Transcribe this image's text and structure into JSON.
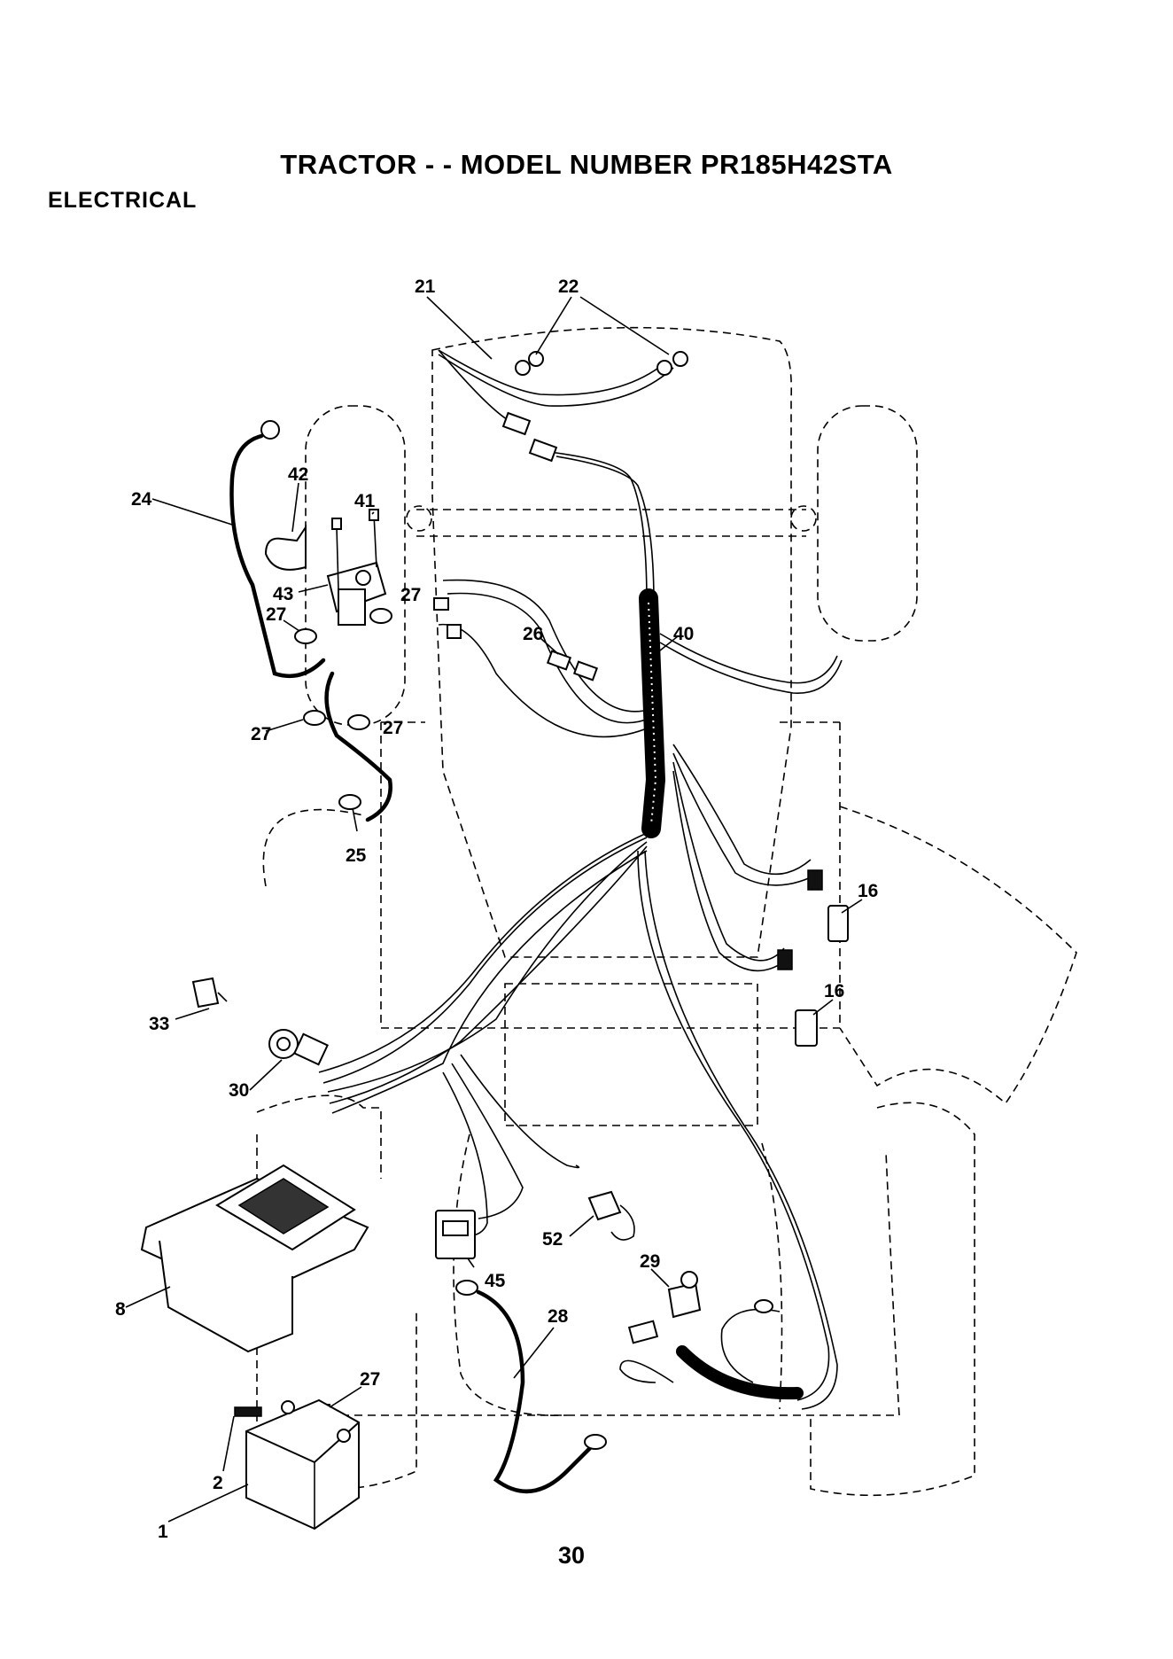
{
  "header": {
    "title": "TRACTOR - - MODEL NUMBER PR185H42STA",
    "section": "ELECTRICAL"
  },
  "footer": {
    "page_number": "30"
  },
  "callouts": {
    "c21": "21",
    "c22": "22",
    "c24": "24",
    "c42": "42",
    "c41": "41",
    "c43": "43",
    "c27a": "27",
    "c27b": "27",
    "c27c": "27",
    "c27d": "27",
    "c27e": "27",
    "c26": "26",
    "c40": "40",
    "c25": "25",
    "c16a": "16",
    "c16b": "16",
    "c33": "33",
    "c30": "30",
    "c8": "8",
    "c45": "45",
    "c52": "52",
    "c29": "29",
    "c28": "28",
    "c2": "2",
    "c1": "1"
  }
}
